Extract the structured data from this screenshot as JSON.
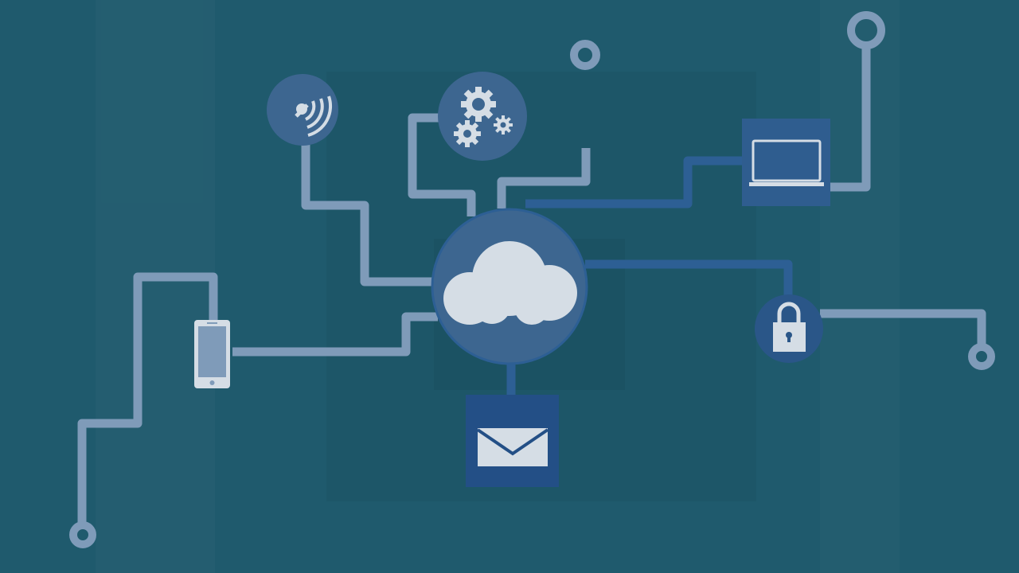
{
  "scene": {
    "background_color": "#1f5a6d",
    "line_color_light": "#7f9bb9",
    "line_color_dark": "#2d5f94",
    "node_color": "#3d6690",
    "node_color_dark": "#2a5688",
    "icon_color": "#d5dde5"
  },
  "nodes": [
    {
      "name": "cloud",
      "icon": "cloud-icon"
    },
    {
      "name": "wifi",
      "icon": "wifi-icon"
    },
    {
      "name": "gears",
      "icon": "gears-icon"
    },
    {
      "name": "laptop",
      "icon": "laptop-icon"
    },
    {
      "name": "smartphone",
      "icon": "smartphone-icon"
    },
    {
      "name": "lock",
      "icon": "lock-icon"
    },
    {
      "name": "mail",
      "icon": "envelope-icon"
    }
  ]
}
